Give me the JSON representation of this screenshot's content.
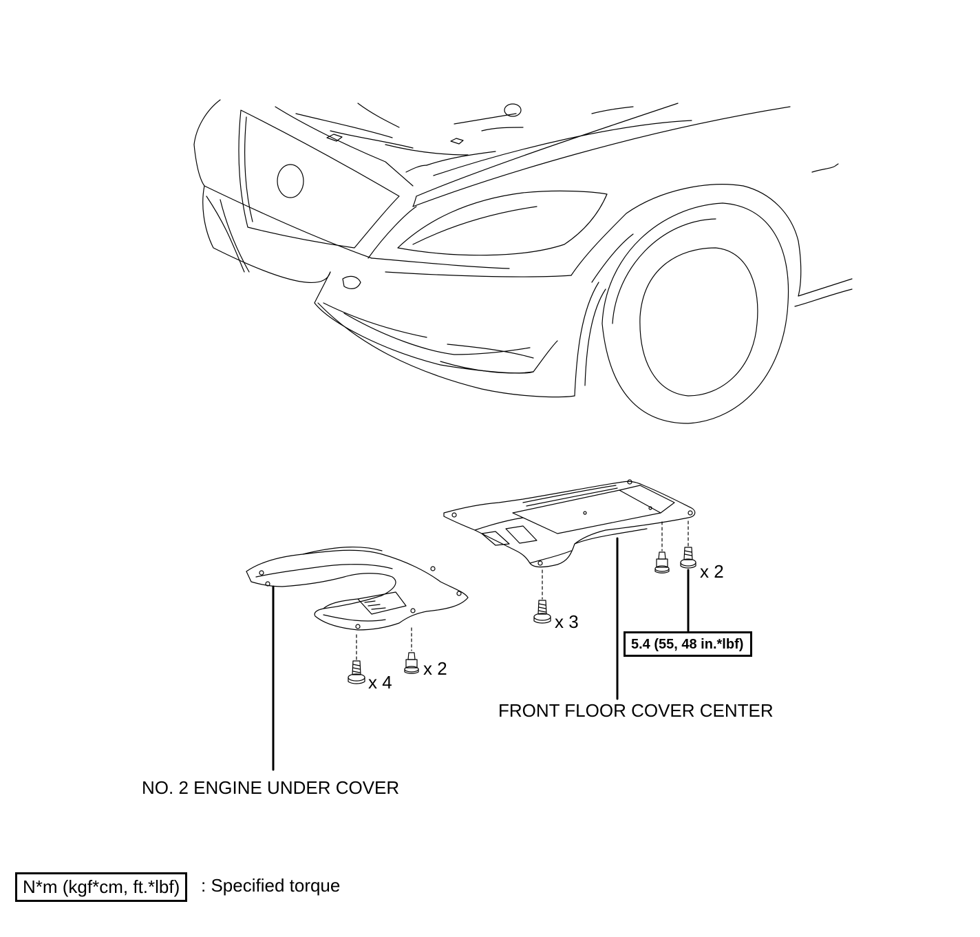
{
  "labels": {
    "no2_engine_under_cover": "NO. 2 ENGINE UNDER COVER",
    "front_floor_cover_center": "FRONT FLOOR COVER CENTER"
  },
  "quantities": {
    "under_cover_bolts": "x 4",
    "under_cover_nuts": "x 2",
    "floor_cover_bolts_left": "x 3",
    "floor_cover_bolts_right": "x 2"
  },
  "torque": {
    "floor_cover_spec": "5.4 (55, 48 in.*lbf)"
  },
  "legend": {
    "box_text": "N*m (kgf*cm, ft.*lbf)",
    "description": ": Specified torque"
  }
}
